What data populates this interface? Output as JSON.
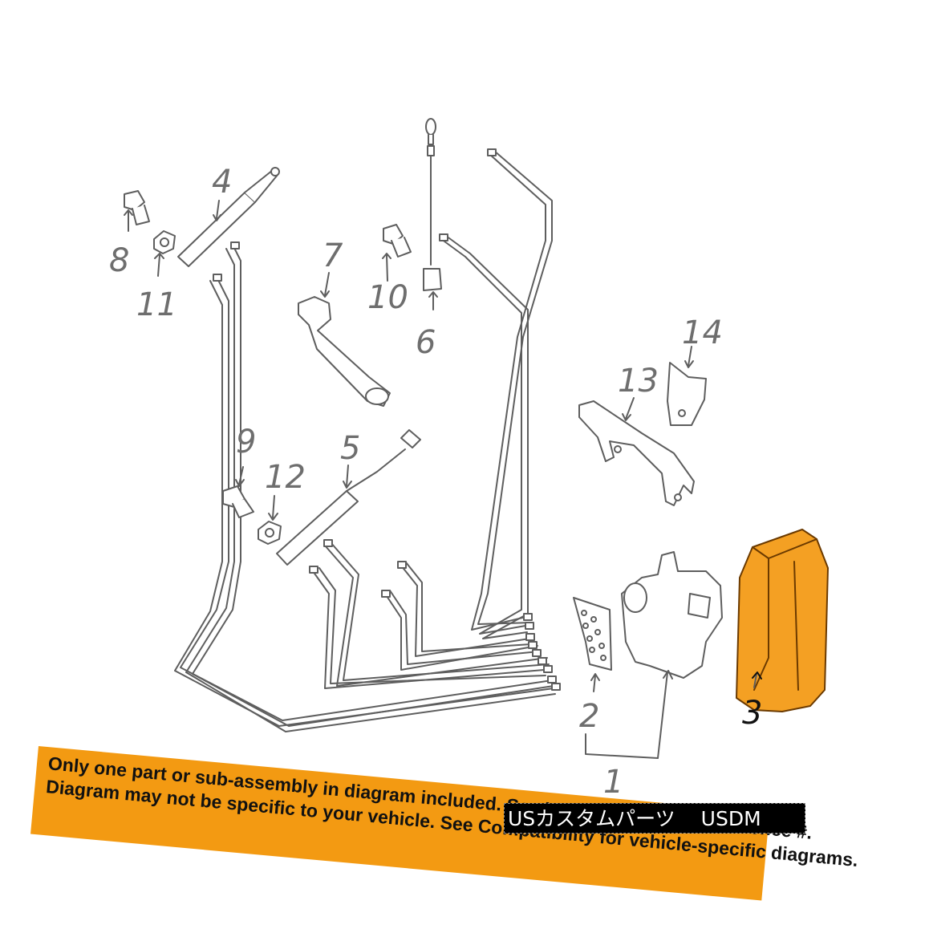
{
  "callouts": {
    "c1": "1",
    "c2": "2",
    "c3": "3",
    "c4": "4",
    "c5": "5",
    "c6": "6",
    "c7": "7",
    "c8": "8",
    "c9": "9",
    "c10": "10",
    "c11": "11",
    "c12": "12",
    "c13": "13",
    "c14": "14"
  },
  "banner": {
    "line1": "Only one part or sub-assembly in diagram included. See Item Specifics for Reference #.",
    "line2": "Diagram may not be specific to your vehicle. See Compatibility for vehicle-specific diagrams."
  },
  "watermark": {
    "left": "USカスタムパーツ",
    "right": "USDM"
  },
  "colors": {
    "line": "#6e6e6e",
    "highlight": "#f4a023",
    "banner": "#f39a12"
  }
}
